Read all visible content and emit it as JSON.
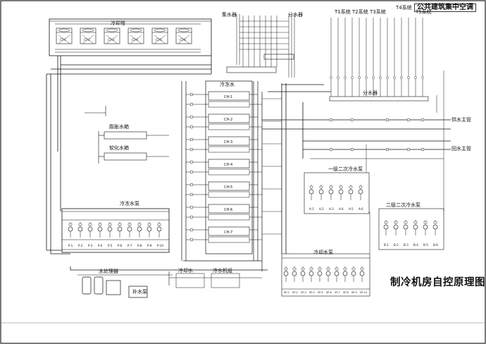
{
  "header": {
    "banner": "公共建筑集中空调"
  },
  "title": "制冷机房自控原理图",
  "labels": {
    "cooling_water": "冷却水",
    "chilled_water": "冷冻水",
    "water_collector": "集水器",
    "water_separator": "分水器",
    "expansion_tank": "膨胀水箱",
    "soft_water": "软化水箱",
    "cooling_tower": "冷却塔",
    "chilled_pump": "冷冻水泵",
    "cooling_pump": "冷却水泵",
    "secondary_pump_a": "一级二次冷水泵",
    "secondary_pump_b": "二级二次冷水泵",
    "supply_header": "供水主管",
    "return_header": "回水主管",
    "make_up": "补水泵",
    "treatment": "水处理器",
    "chiller": "冷水机组"
  },
  "systems": [
    "T1系统",
    "T2系统",
    "T3系统",
    "T4系统",
    "T5系统"
  ],
  "chillers": [
    "CH-1",
    "CH-2",
    "CH-3",
    "CH-4",
    "CH-5",
    "CH-6",
    "CH-7"
  ],
  "towers": [
    "CT-1",
    "CT-2",
    "CT-3",
    "CT-4",
    "CT-5",
    "CT-6"
  ],
  "pumps_lower": [
    "P-1",
    "P-2",
    "P-3",
    "P-4",
    "P-5",
    "P-6",
    "P-7",
    "P-8",
    "P-9",
    "P-10"
  ],
  "pumps_bottom": [
    "SP-1",
    "SP-2",
    "SP-3",
    "SP-4",
    "SP-5",
    "SP-6",
    "SP-7",
    "SP-8",
    "SP-9",
    "SP-10"
  ],
  "pumps_right_a": [
    "A-1",
    "A-2",
    "A-3",
    "A-4",
    "A-5",
    "A-6"
  ],
  "pumps_right_b": [
    "B-1",
    "B-2",
    "B-3",
    "B-4",
    "B-5",
    "B-6"
  ]
}
